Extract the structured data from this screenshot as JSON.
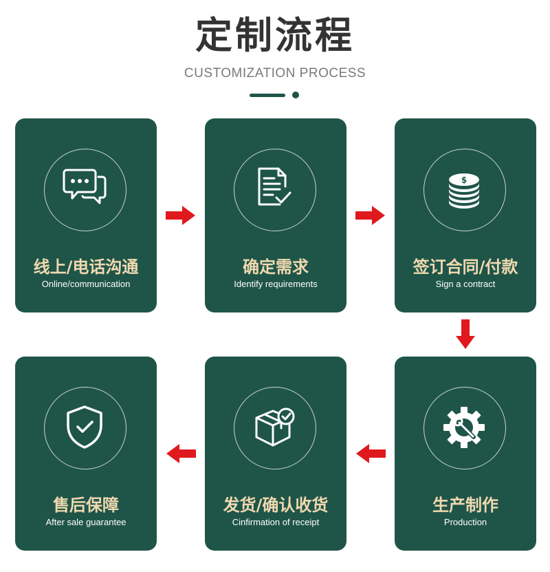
{
  "header": {
    "title": "定制流程",
    "subtitle": "CUSTOMIZATION PROCESS"
  },
  "colors": {
    "card": "#1f5548",
    "title_text": "#f0d9b0",
    "arrow": "#e0191e",
    "heading": "#333333"
  },
  "steps": [
    {
      "title": "线上/电话沟通",
      "subtitle": "Online/communication",
      "icon": "chat-bubbles-icon"
    },
    {
      "title": "确定需求",
      "subtitle": "Identify requirements",
      "icon": "document-check-icon"
    },
    {
      "title": "签订合同/付款",
      "subtitle": "Sign a contract",
      "icon": "coins-icon"
    },
    {
      "title": "生产制作",
      "subtitle": "Production",
      "icon": "gear-wrench-icon"
    },
    {
      "title": "发货/确认收货",
      "subtitle": "Cinfirmation of receipt",
      "icon": "box-check-icon"
    },
    {
      "title": "售后保障",
      "subtitle": "After sale guarantee",
      "icon": "shield-check-icon"
    }
  ]
}
